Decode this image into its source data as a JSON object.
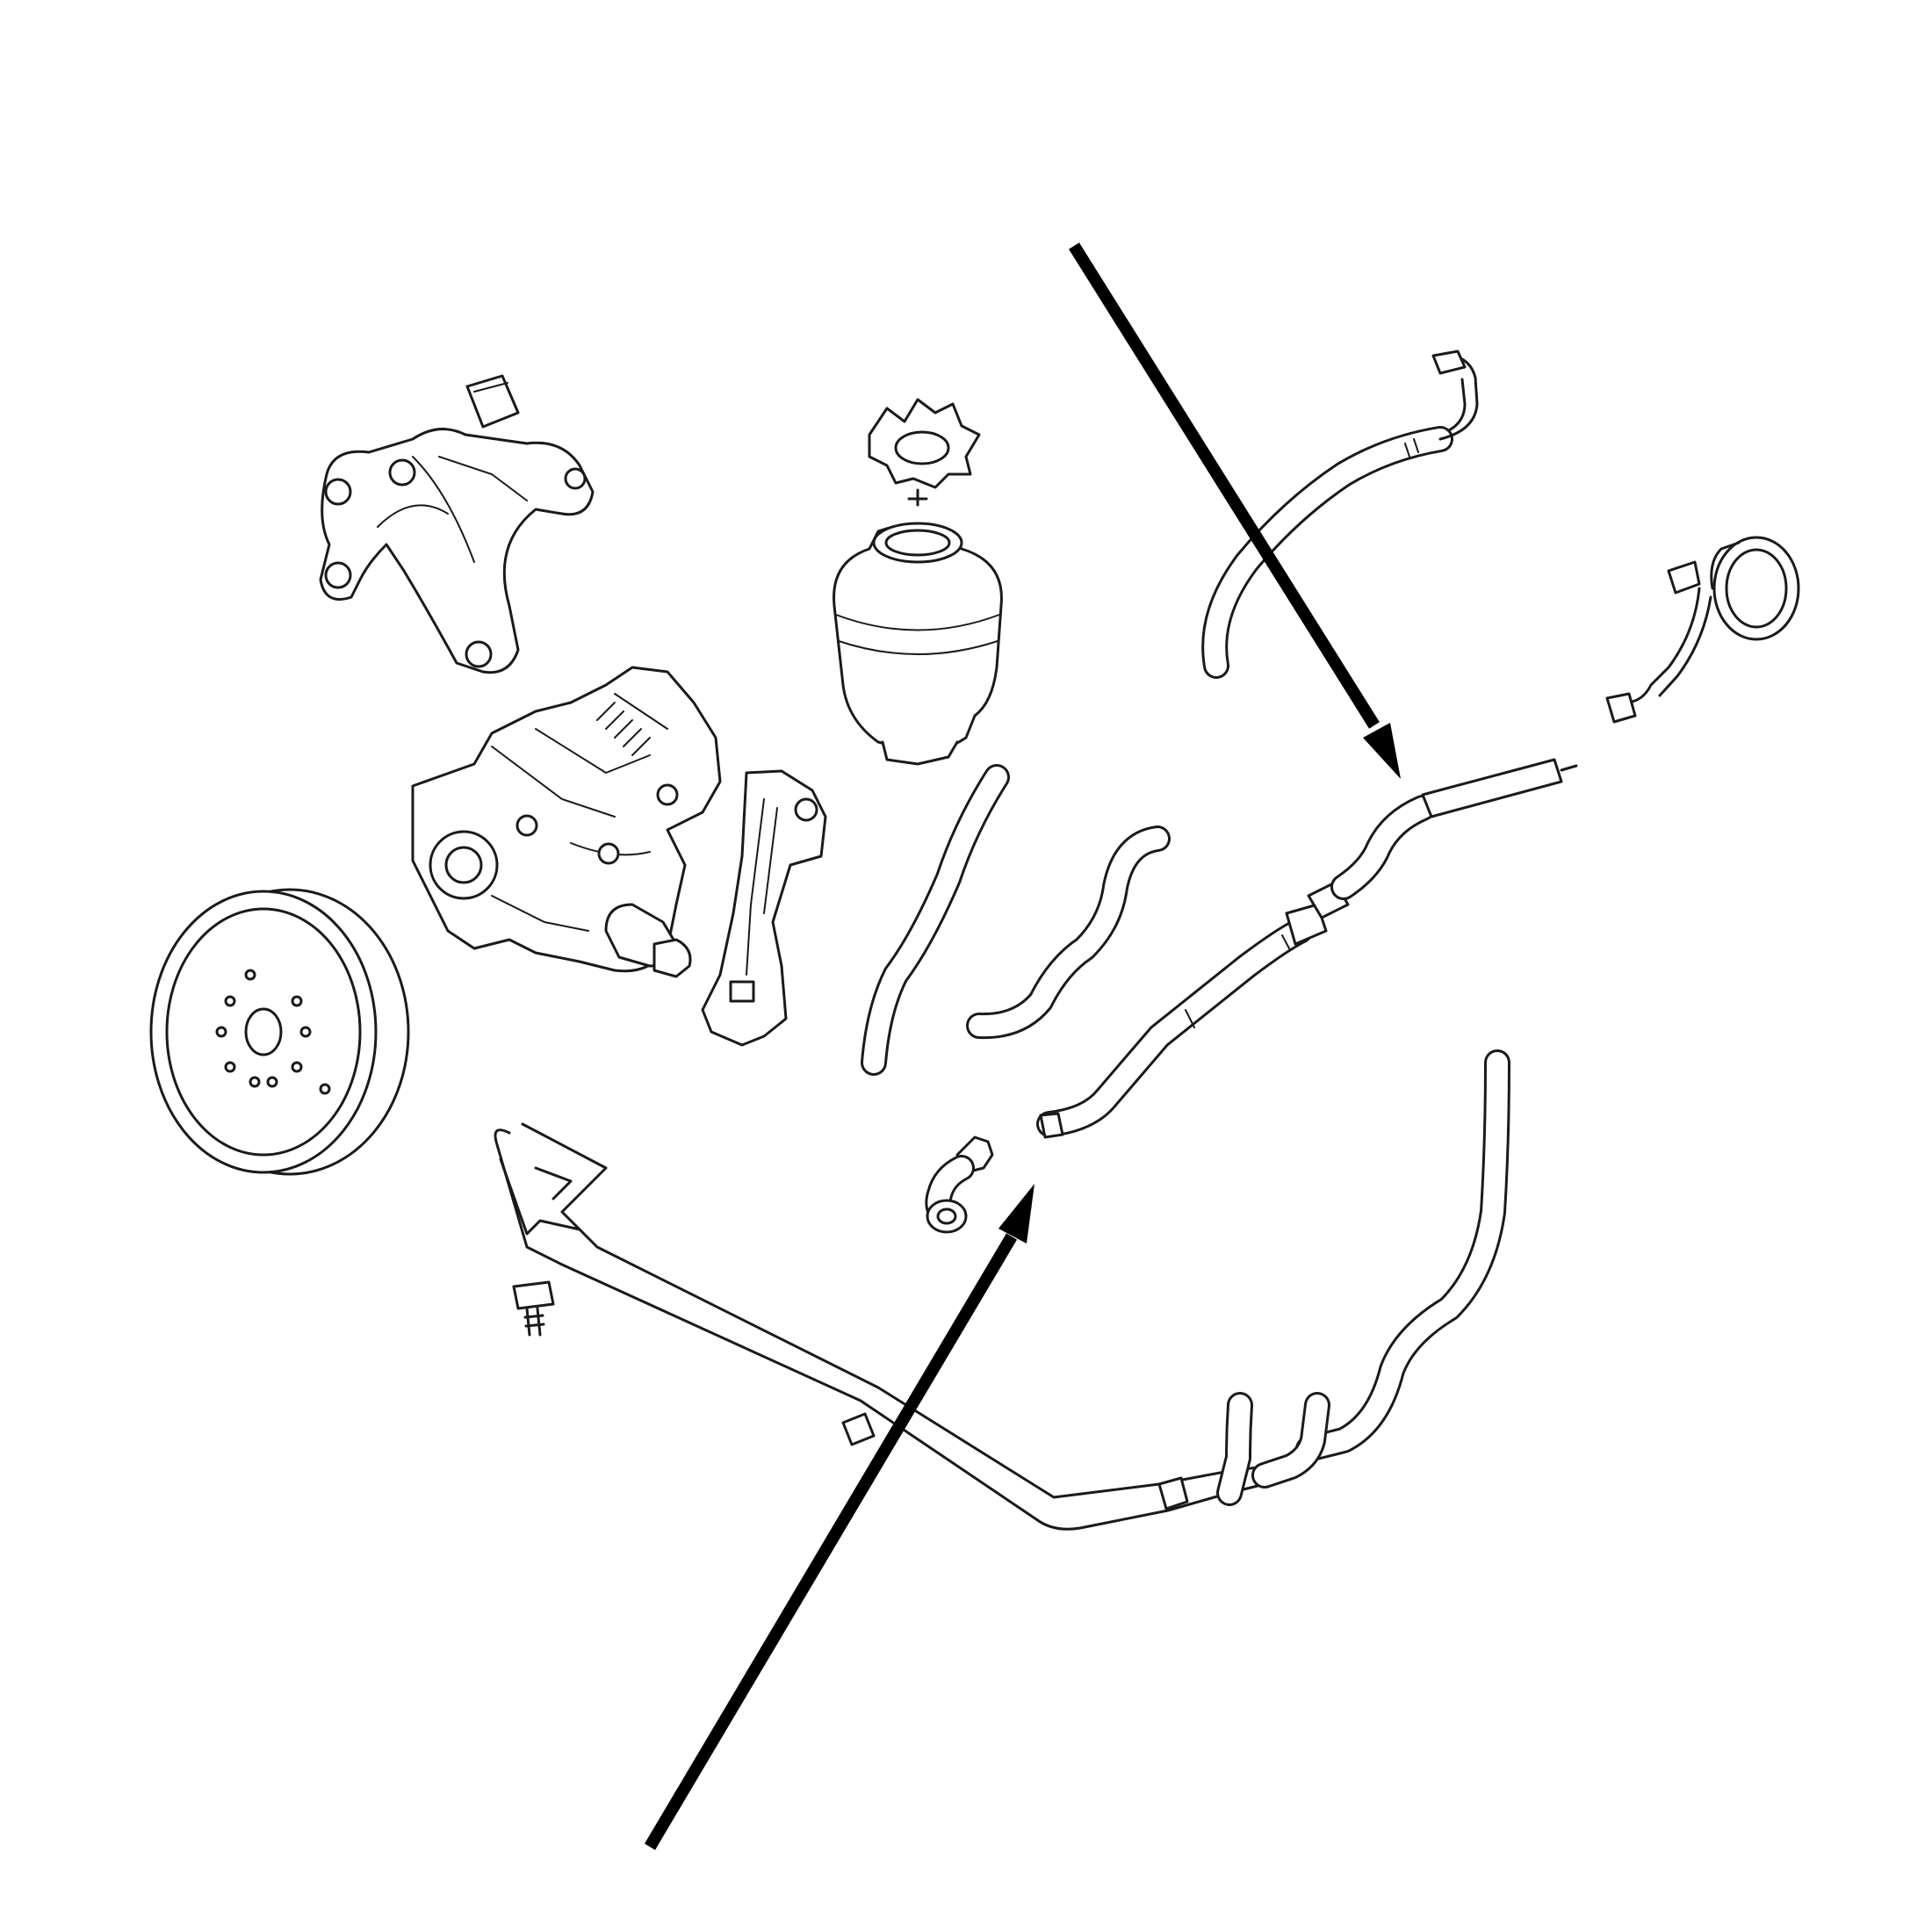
{
  "diagram": {
    "description_free": true,
    "colors": {
      "line": "#1a1a1a",
      "arrow": "#000000",
      "background": "#ffffff"
    },
    "components": [
      "bolt-top",
      "pump-bracket",
      "reservoir-cap",
      "fluid-reservoir",
      "power-steering-pump",
      "pump-pulley",
      "support-bracket",
      "suction-hose-short",
      "suction-hose-s",
      "return-line-top",
      "pressure-hose",
      "banjo-fitting",
      "cooler-loop-line",
      "return-hose-right",
      "return-pipe-assembly",
      "bolt-bottom"
    ],
    "arrows": [
      {
        "name": "arrow-to-pressure-hose",
        "points_to": "pressure-hose"
      },
      {
        "name": "arrow-to-hose-fitting",
        "points_to": "pressure-hose"
      }
    ]
  }
}
